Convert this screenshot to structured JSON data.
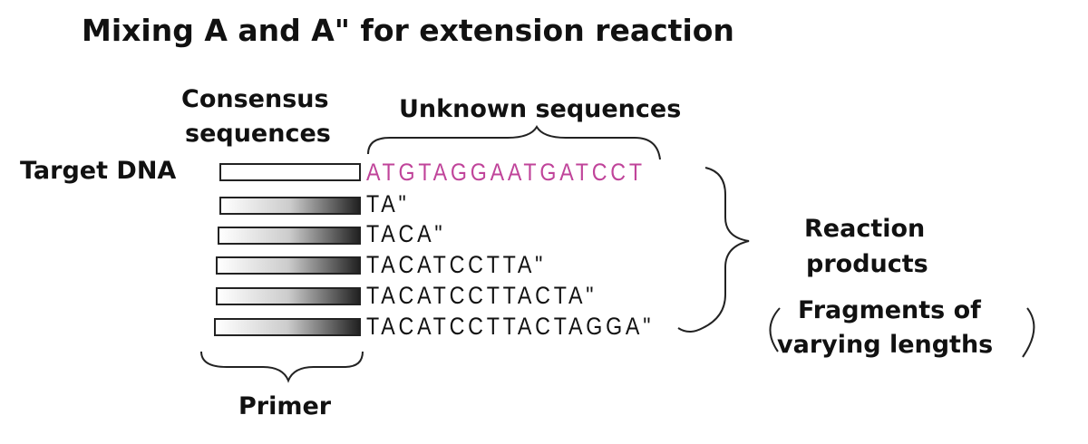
{
  "title": "Mixing A and A\" for extension reaction",
  "labels": {
    "consensus_line1": "Consensus",
    "consensus_line2": "sequences",
    "unknown": "Unknown sequences",
    "target_dna": "Target DNA",
    "reaction_line1": "Reaction",
    "reaction_line2": "products",
    "fragments_line1": "Fragments of",
    "fragments_line2": "varying lengths",
    "primer": "Primer"
  },
  "target_sequence": "ATGTAGGAATGATCCT",
  "products": [
    "TA\"",
    "TACA\"",
    "TACATCCTTA\"",
    "TACATCCTTACTA\"",
    "TACATCCTTACTAGGA\""
  ],
  "colors": {
    "target_sequence": "#c0449a",
    "text": "#111111"
  }
}
